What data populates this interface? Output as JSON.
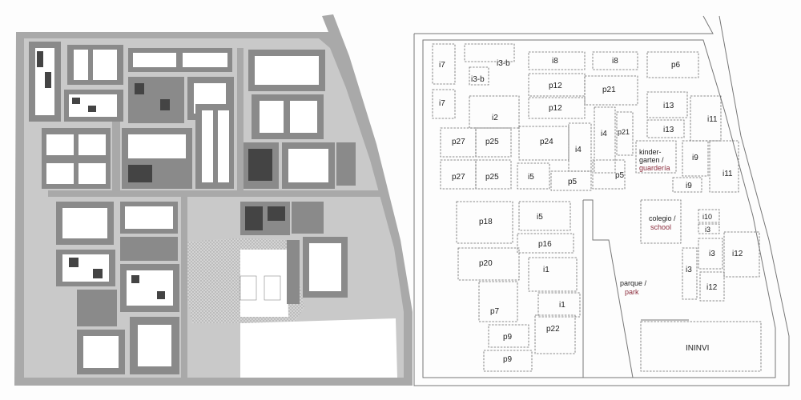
{
  "left_map": {
    "colors": {
      "road": "#a9a9a9",
      "site": "#c9c9c9",
      "building": "#8a8a8a",
      "building_dark": "#444444",
      "courtyard": "#ffffff",
      "park_hatch": "#bdbdbd"
    }
  },
  "right_map": {
    "labels": {
      "i7_top": "i7",
      "i3b_a": "i3-b",
      "i3b_b": "i3-b",
      "i8_a": "i8",
      "i8_b": "i8",
      "p6": "p6",
      "i7_bot": "i7",
      "p12_a": "p12",
      "p21": "p21",
      "p12_b": "p12",
      "i13_a": "i13",
      "i11_a": "i11",
      "i2": "i2",
      "i13_b": "i13",
      "p27_a": "p27",
      "p25_a": "p25",
      "p24": "p24",
      "i4_a": "i4",
      "i4_b": "i4",
      "p21_b": "p21",
      "kinder_1": "kinder-",
      "kinder_2": "garten /",
      "guarderia": "guardería",
      "i9_a": "i9",
      "p5_a": "p5",
      "i11_b": "i11",
      "p27_b": "p27",
      "p25_b": "p25",
      "i5_a": "i5",
      "p5_b": "p5",
      "i9_b": "i9",
      "p18": "p18",
      "i5_b": "i5",
      "colegio": "colegio /",
      "school": "school",
      "i10": "i10",
      "i3_a": "i3",
      "p16": "p16",
      "i3_b": "i3",
      "i12_a": "i12",
      "p20": "p20",
      "i3_c": "i3",
      "i1_a": "i1",
      "parque": "parque /",
      "park": "park",
      "i12_b": "i12",
      "p7": "p7",
      "i1_b": "i1",
      "p9_a": "p9",
      "p22": "p22",
      "ininvi": "ININVI",
      "p9_b": "p9"
    }
  }
}
